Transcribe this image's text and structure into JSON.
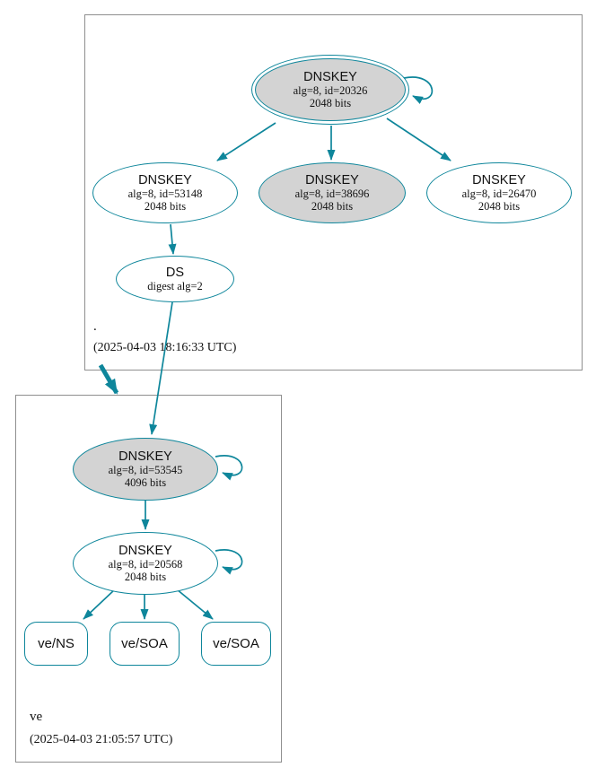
{
  "colors": {
    "teal": "#0e869b",
    "node-fill": "#d3d3d3",
    "box-border": "#8f8f8f",
    "text": "#000000"
  },
  "zones": {
    "root": {
      "name": ".",
      "timestamp": "(2025-04-03 18:16:33 UTC)"
    },
    "ve": {
      "name": "ve",
      "timestamp": "(2025-04-03 21:05:57 UTC)"
    }
  },
  "nodes": {
    "root_ksk": {
      "title": "DNSKEY",
      "detail1": "alg=8, id=20326",
      "detail2": "2048 bits"
    },
    "root_zsk1": {
      "title": "DNSKEY",
      "detail1": "alg=8, id=53148",
      "detail2": "2048 bits"
    },
    "root_zsk2": {
      "title": "DNSKEY",
      "detail1": "alg=8, id=38696",
      "detail2": "2048 bits"
    },
    "root_zsk3": {
      "title": "DNSKEY",
      "detail1": "alg=8, id=26470",
      "detail2": "2048 bits"
    },
    "root_ds": {
      "title": "DS",
      "detail1": "digest alg=2"
    },
    "ve_ksk": {
      "title": "DNSKEY",
      "detail1": "alg=8, id=53545",
      "detail2": "4096 bits"
    },
    "ve_zsk": {
      "title": "DNSKEY",
      "detail1": "alg=8, id=20568",
      "detail2": "2048 bits"
    },
    "ve_ns": {
      "label": "ve/NS"
    },
    "ve_soa1": {
      "label": "ve/SOA"
    },
    "ve_soa2": {
      "label": "ve/SOA"
    }
  }
}
